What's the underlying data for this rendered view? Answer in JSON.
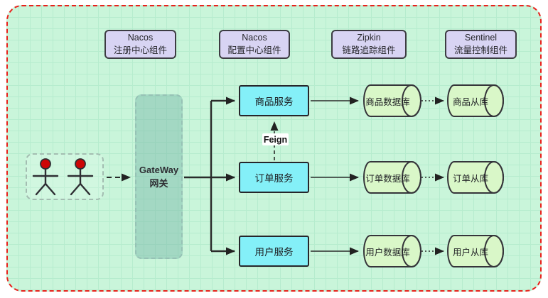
{
  "diagram": {
    "legend": [
      {
        "line1": "Nacos",
        "line2": "注册中心组件"
      },
      {
        "line1": "Nacos",
        "line2": "配置中心组件"
      },
      {
        "line1": "Zipkin",
        "line2": "链路追踪组件"
      },
      {
        "line1": "Sentinel",
        "line2": "流量控制组件"
      }
    ],
    "gateway": {
      "line1": "GateWay",
      "line2": "网关"
    },
    "feign": {
      "label": "Feign"
    },
    "services": [
      {
        "label": "商品服务"
      },
      {
        "label": "订单服务"
      },
      {
        "label": "用户服务"
      }
    ],
    "databases": [
      {
        "label": "商品数据库"
      },
      {
        "label": "订单数据库"
      },
      {
        "label": "用户数据库"
      }
    ],
    "replicas": [
      {
        "label": "商品从库"
      },
      {
        "label": "订单从库"
      },
      {
        "label": "用户从库"
      }
    ],
    "colors": {
      "canvas_background": "#c9f5da",
      "grid_line": "#b6ecce",
      "outer_border": "#e8211b",
      "legend_fill": "#d8d4f3",
      "service_fill": "#84f0f8",
      "cylinder_fill": "#d9f7c8",
      "gateway_band_fill": "#a9dcd0",
      "actor_head": "#cc0606",
      "connector": "#2b2b2b"
    }
  }
}
